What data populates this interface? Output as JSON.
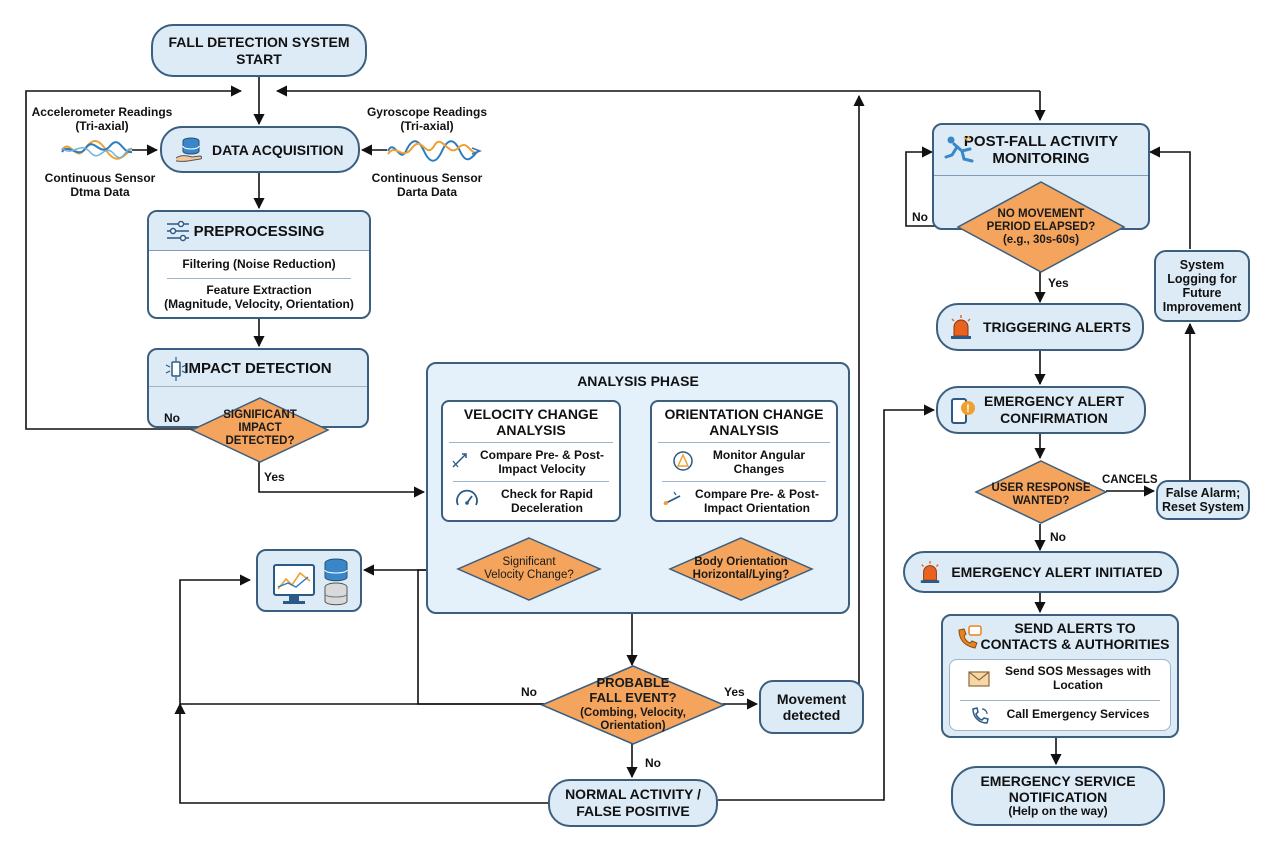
{
  "colors": {
    "box_fill": "#ddebf7",
    "box_border": "#3c5f7f",
    "diamond_fill": "#f4a45c",
    "arrow": "#111111",
    "inner_fill": "#ffffff"
  },
  "start": {
    "line1": "FALL DETECTION SYSTEM",
    "line2": "START"
  },
  "accelerometer": {
    "title1": "Accelerometer Readings",
    "title2": "(Tri-axial)",
    "sub1": "Continuous Sensor",
    "sub2": "Dtma Data"
  },
  "gyroscope": {
    "title1": "Gyroscope Readings",
    "title2": "(Tri-axial)",
    "sub1": "Continuous Sensor",
    "sub2": "Darta Data"
  },
  "data_acquisition": {
    "label": "DATA ACQUISITION"
  },
  "preprocessing": {
    "title": "PREPROCESSING",
    "item1": "Filtering (Noise Reduction)",
    "item2_line1": "Feature Extraction",
    "item2_line2": "(Magnitude, Velocity, Orientation)"
  },
  "impact_detection": {
    "title": "IMPACT DETECTION",
    "decision1": "SIGNIFICANT",
    "decision2": "IMPACT",
    "decision3": "DETECTED?",
    "no": "No",
    "yes": "Yes"
  },
  "analysis": {
    "title": "ANALYSIS PHASE",
    "velocity": {
      "title1": "VELOCITY CHANGE",
      "title2": "ANALYSIS",
      "item1_l1": "Compare Pre- & Post-",
      "item1_l2": "Impact Velocity",
      "item2_l1": "Check for Rapid",
      "item2_l2": "Deceleration",
      "decision1": "Significant",
      "decision2": "Velocity Change?"
    },
    "orientation": {
      "title1": "ORIENTATION CHANGE",
      "title2": "ANALYSIS",
      "item1_l1": "Monitor Angular",
      "item1_l2": "Changes",
      "item2_l1": "Compare Pre- & Post-",
      "item2_l2": "Impact Orientation",
      "decision1": "Body Orientation",
      "decision2": "Horizontal/Lying?"
    }
  },
  "probable_fall": {
    "line1": "PROBABLE",
    "line2": "FALL EVENT?",
    "line3": "(Combing, Velocity,",
    "line4": "Orientation)",
    "no_left": "No",
    "yes": "Yes",
    "no_down": "No"
  },
  "movement_detected": {
    "line1": "Movement",
    "line2": "detected"
  },
  "normal_activity": {
    "line1": "NORMAL ACTIVITY /",
    "line2": "FALSE POSITIVE"
  },
  "post_fall": {
    "title1": "POST-FALL ACTIVITY",
    "title2": "MONITORING",
    "decision1": "NO MOVEMENT",
    "decision2": "PERIOD ELAPSED?",
    "decision3": "(e.g., 30s-60s)",
    "no": "No",
    "yes": "Yes"
  },
  "triggering_alerts": {
    "label": "TRIGGERING ALERTS"
  },
  "alert_confirmation": {
    "line1": "EMERGENCY ALERT",
    "line2": "CONFIRMATION"
  },
  "user_response": {
    "decision1": "USER RESPONSE",
    "decision2": "WANTED?",
    "cancels": "CANCELS",
    "no": "No"
  },
  "false_alarm": {
    "line1": "False Alarm;",
    "line2": "Reset System"
  },
  "system_logging": {
    "line1": "System",
    "line2": "Logging for",
    "line3": "Future",
    "line4": "Improvement"
  },
  "alert_initiated": {
    "label": "EMERGENCY ALERT INITIATED"
  },
  "send_alerts": {
    "title1": "SEND ALERTS TO",
    "title2": "CONTACTS & AUTHORITIES",
    "item1_l1": "Send SOS Messages with",
    "item1_l2": "Location",
    "item2": "Call Emergency Services"
  },
  "service_notification": {
    "line1": "EMERGENCY SERVICE",
    "line2": "NOTIFICATION",
    "line3": "(Help on the way)"
  },
  "icons": [
    "database-hand-icon",
    "sliders-icon",
    "sensor-icon",
    "velocity-icon",
    "speedometer-icon",
    "angle-icon",
    "orientation-icon",
    "monitor-database-icon",
    "falling-person-icon",
    "siren-icon",
    "phone-alert-icon",
    "phone-chat-icon",
    "envelope-icon",
    "phone-icon"
  ]
}
